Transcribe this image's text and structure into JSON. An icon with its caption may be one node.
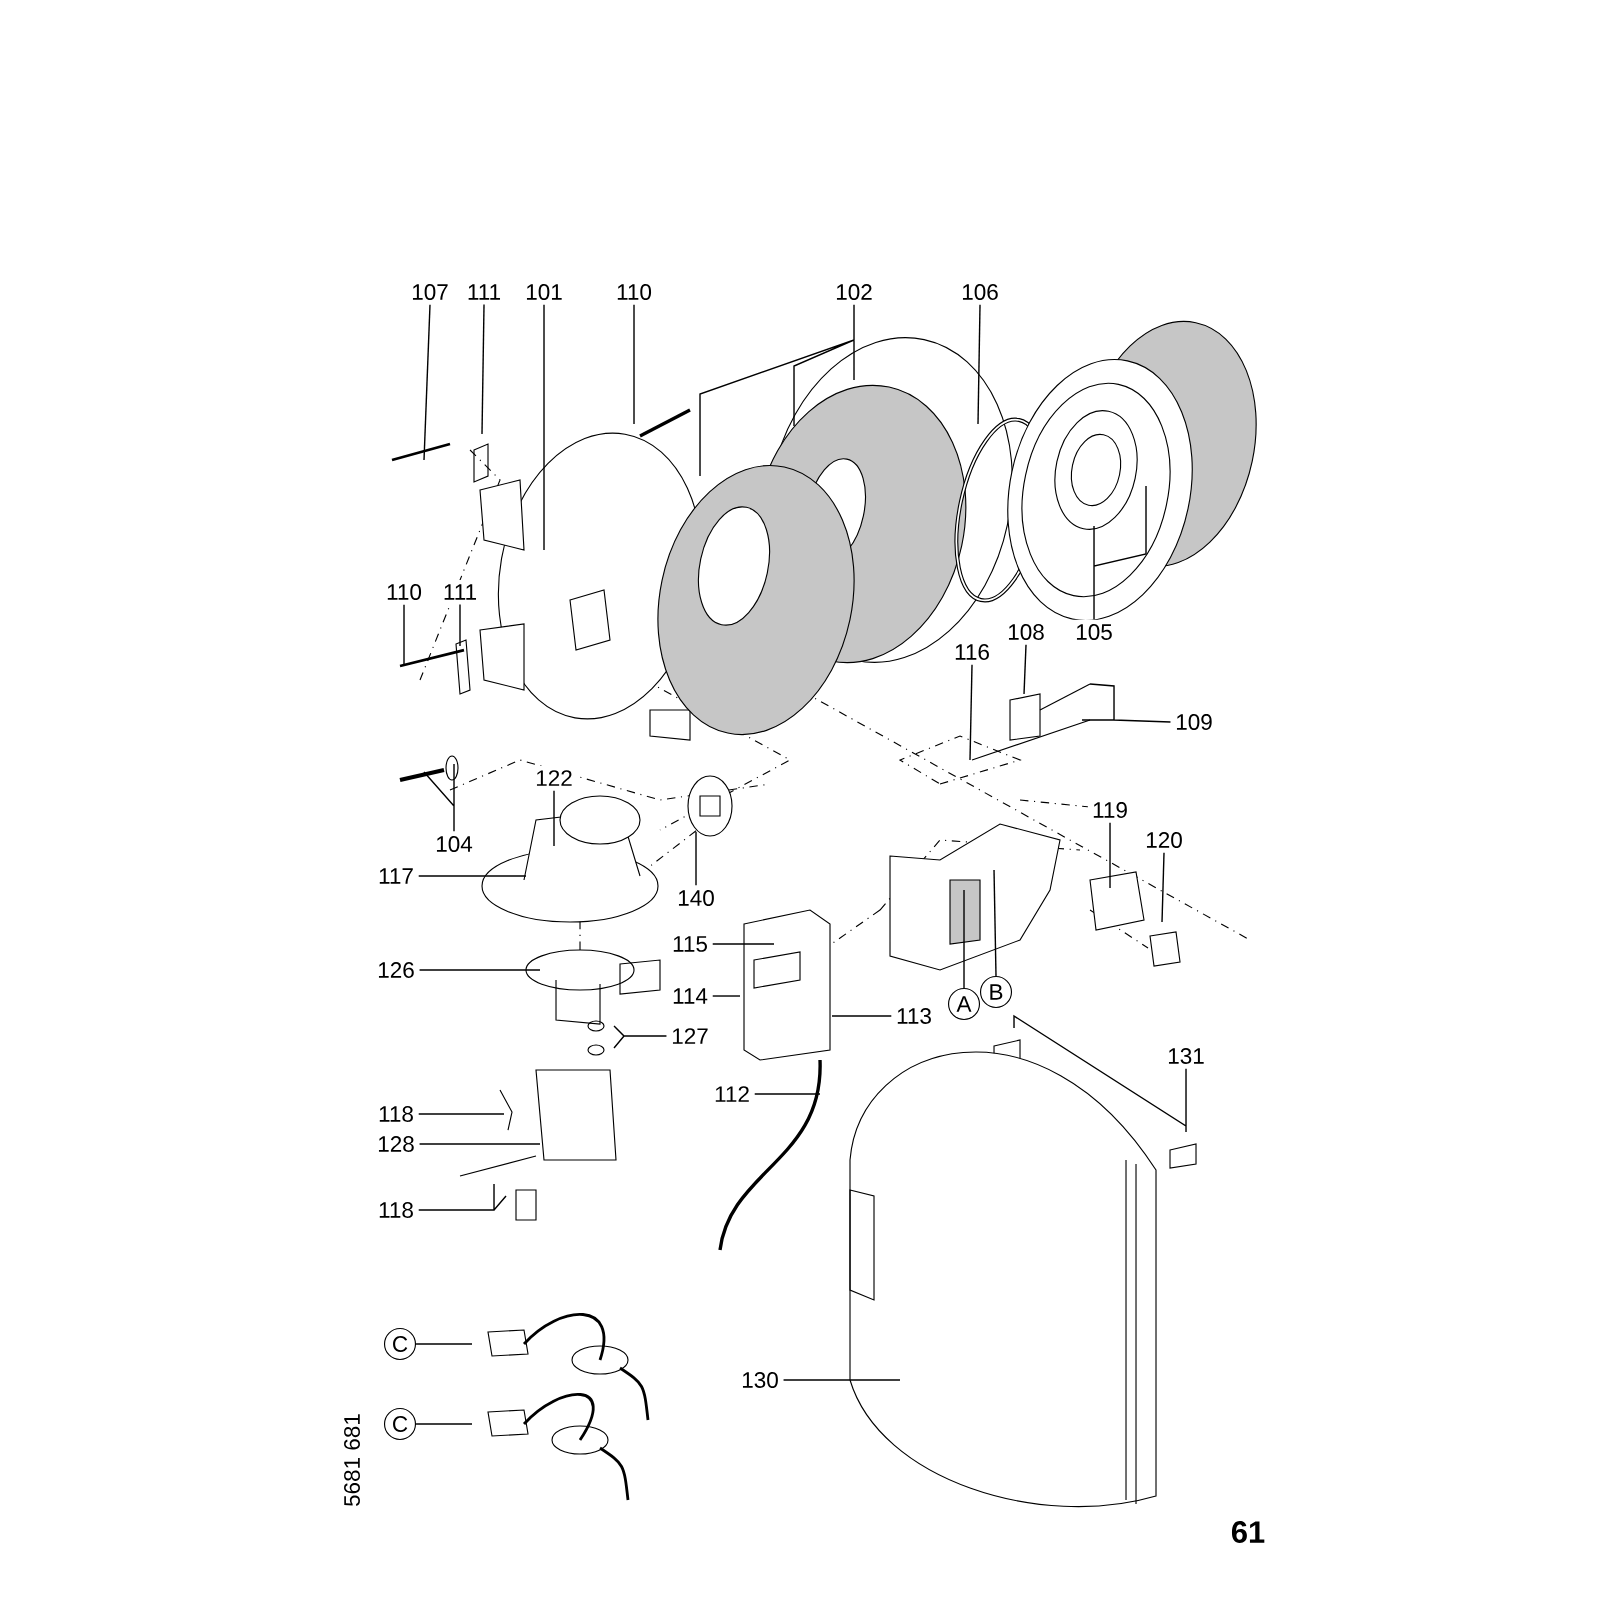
{
  "diagram": {
    "nodes": [
      {
        "text": [
          "107"
        ]
      },
      {
        "text": [
          "111"
        ]
      },
      {
        "text": [
          "101"
        ]
      },
      {
        "text": [
          "110"
        ]
      },
      {
        "text": [
          "102"
        ]
      },
      {
        "text": [
          "106"
        ]
      },
      {
        "text": [
          "110"
        ]
      },
      {
        "text": [
          "111"
        ]
      },
      {
        "text": [
          "105"
        ]
      },
      {
        "text": [
          "108"
        ]
      },
      {
        "text": [
          "116"
        ]
      },
      {
        "text": [
          "109"
        ]
      },
      {
        "text": [
          "104"
        ]
      },
      {
        "text": [
          "122"
        ]
      },
      {
        "text": [
          "117"
        ]
      },
      {
        "text": [
          "140"
        ]
      },
      {
        "text": [
          "119"
        ]
      },
      {
        "text": [
          "120"
        ]
      },
      {
        "text": [
          "115"
        ]
      },
      {
        "text": [
          "126"
        ]
      },
      {
        "text": [
          "114"
        ]
      },
      {
        "text": [
          "113"
        ]
      },
      {
        "text": [
          "A"
        ]
      },
      {
        "text": [
          "B"
        ]
      },
      {
        "text": [
          "127"
        ]
      },
      {
        "text": [
          "131"
        ]
      },
      {
        "text": [
          "112"
        ]
      },
      {
        "text": [
          "118"
        ]
      },
      {
        "text": [
          "128"
        ]
      },
      {
        "text": [
          "118"
        ]
      },
      {
        "text": [
          "C"
        ]
      },
      {
        "text": [
          "130"
        ]
      },
      {
        "text": [
          "C"
        ]
      }
    ],
    "edges": [
      {
        "from": 0,
        "to": null,
        "arrow": "none"
      },
      {
        "from": 1,
        "to": null,
        "arrow": "none"
      },
      {
        "from": 2,
        "to": null,
        "arrow": "none"
      },
      {
        "from": 3,
        "to": null,
        "arrow": "none"
      },
      {
        "from": 4,
        "to": null,
        "arrow": "none"
      },
      {
        "from": 5,
        "to": null,
        "arrow": "none"
      },
      {
        "from": 6,
        "to": null,
        "arrow": "none"
      },
      {
        "from": 7,
        "to": null,
        "arrow": "none"
      },
      {
        "from": 8,
        "to": null,
        "arrow": "none"
      },
      {
        "from": 9,
        "to": null,
        "arrow": "none"
      },
      {
        "from": 10,
        "to": null,
        "arrow": "none"
      },
      {
        "from": 11,
        "to": null,
        "arrow": "none"
      },
      {
        "from": 12,
        "to": null,
        "arrow": "none"
      },
      {
        "from": 13,
        "to": null,
        "arrow": "none"
      },
      {
        "from": 14,
        "to": null,
        "arrow": "none"
      },
      {
        "from": 15,
        "to": null,
        "arrow": "none"
      },
      {
        "from": 16,
        "to": null,
        "arrow": "none"
      },
      {
        "from": 17,
        "to": null,
        "arrow": "none"
      },
      {
        "from": 18,
        "to": null,
        "arrow": "none"
      },
      {
        "from": 19,
        "to": null,
        "arrow": "none"
      },
      {
        "from": 20,
        "to": null,
        "arrow": "none"
      },
      {
        "from": 21,
        "to": null,
        "arrow": "none"
      },
      {
        "from": 22,
        "to": null,
        "arrow": "none"
      },
      {
        "from": 23,
        "to": null,
        "arrow": "none"
      },
      {
        "from": 24,
        "to": null,
        "arrow": "none"
      },
      {
        "from": 25,
        "to": null,
        "arrow": "none"
      },
      {
        "from": 26,
        "to": null,
        "arrow": "none"
      },
      {
        "from": 27,
        "to": null,
        "arrow": "none"
      },
      {
        "from": 28,
        "to": null,
        "arrow": "none"
      },
      {
        "from": 29,
        "to": null,
        "arrow": "none"
      },
      {
        "from": 30,
        "to": null,
        "arrow": "none"
      },
      {
        "from": 31,
        "to": null,
        "arrow": "none"
      },
      {
        "from": 32,
        "to": null,
        "arrow": "none"
      }
    ],
    "labels": [
      "5681 681",
      "61"
    ]
  }
}
